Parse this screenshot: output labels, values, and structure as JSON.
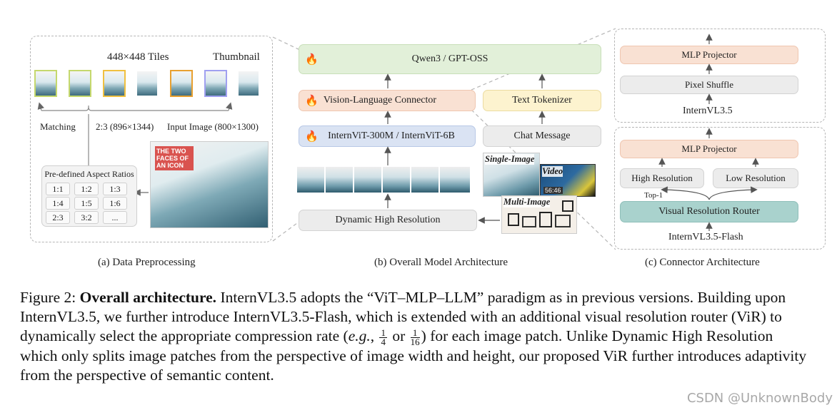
{
  "panel_a": {
    "tiles_title": "448×448 Tiles",
    "thumbnail_title": "Thumbnail",
    "matching": "Matching",
    "ratio_choice": "2:3 (896×1344)",
    "input_image": "Input Image (800×1300)",
    "aspect_title": "Pre-defined Aspect Ratios",
    "ratios": [
      "1:1",
      "1:2",
      "1:3",
      "1:4",
      "1:5",
      "1:6",
      "2:3",
      "3:2",
      "..."
    ],
    "photo_text": "THE TWO FACES OF AN ICON",
    "caption": "(a) Data Preprocessing"
  },
  "panel_b": {
    "llm": "Qwen3 / GPT-OSS",
    "connector": "Vision-Language Connector",
    "tokenizer": "Text Tokenizer",
    "vit": "InternViT-300M / InternViT-6B",
    "chat": "Chat Message",
    "single_image": "Single-Image",
    "video": "Video",
    "video_time": "56:46",
    "multi_image": "Multi-Image",
    "dhr": "Dynamic High Resolution",
    "caption": "(b) Overall Model Architecture"
  },
  "panel_c": {
    "top": {
      "mlp": "MLP Projector",
      "pixel_shuffle": "Pixel Shuffle",
      "label": "InternVL3.5"
    },
    "bottom": {
      "mlp": "MLP Projector",
      "high_res": "High Resolution",
      "low_res": "Low Resolution",
      "top1": "Top-1",
      "router": "Visual Resolution Router",
      "label": "InternVL3.5-Flash"
    },
    "caption": "(c) Connector Architecture"
  },
  "figure_caption": {
    "label": "Figure 2:",
    "bold": "Overall architecture.",
    "part1": "InternVL3.5 adopts the “ViT–MLP–LLM” paradigm as in previous versions. Building upon InternVL3.5, we further introduce InternVL3.5-Flash, which is extended with an additional visual resolution router (ViR) to dynamically select the appropriate compression rate (",
    "eg": "e.g.",
    "frac1_num": "1",
    "frac1_den": "4",
    "or": "or",
    "frac2_num": "1",
    "frac2_den": "16",
    "part2": ") for each image patch. Unlike Dynamic High Resolution which only splits image patches from the perspective of image width and height, our proposed ViR further introduces adaptivity from the perspective of semantic content."
  },
  "watermark": "CSDN @UnknownBody",
  "colors": {
    "green": "#e2f0d9",
    "peach": "#f9e1d3",
    "yellow": "#fdf3cf",
    "gray": "#ececec",
    "teal": "#a9d2cd",
    "flame": "#ff5a00"
  }
}
